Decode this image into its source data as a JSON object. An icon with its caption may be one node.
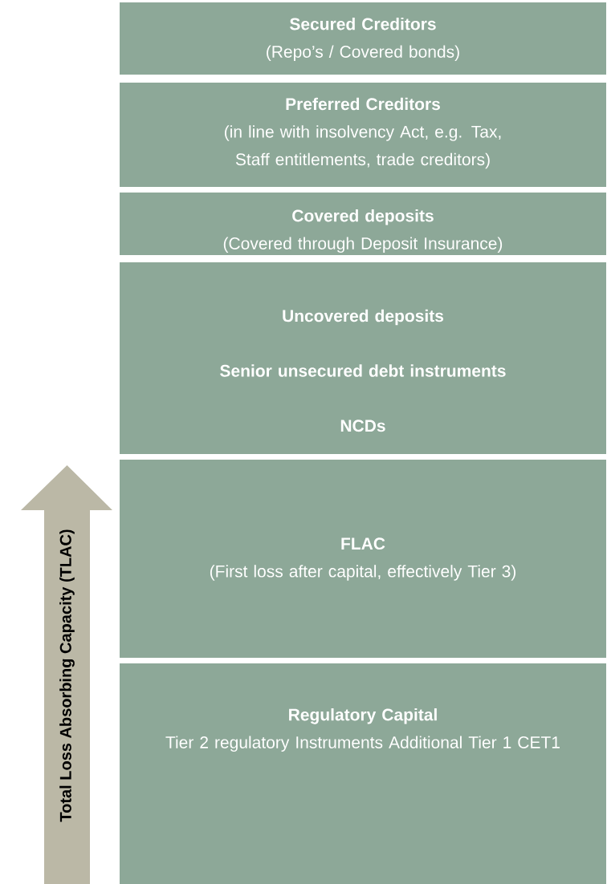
{
  "diagram": {
    "nodes": [
      {
        "text": [
          "Secured Creditors",
          "(Repo’s / Covered bonds)"
        ]
      },
      {
        "text": [
          "Preferred Creditors",
          "(in line with insolvency Act, e.g. Tax, Staff entitlements, trade creditors)"
        ]
      },
      {
        "text": [
          "Covered deposits",
          "(Covered through Deposit Insurance)"
        ]
      },
      {
        "text": [
          "Uncovered deposits",
          "Senior unsecured debt instruments",
          "NCDs"
        ]
      },
      {
        "text": [
          "FLAC",
          "(First loss after capital, effectively Tier 3)"
        ]
      },
      {
        "text": [
          "Regulatory Capital",
          "Tier 2 regulatory Instruments Additional Tier 1 CET1"
        ]
      },
      {
        "text": [
          "Total Loss Absorbing Capacity (TLAC)"
        ]
      }
    ]
  }
}
